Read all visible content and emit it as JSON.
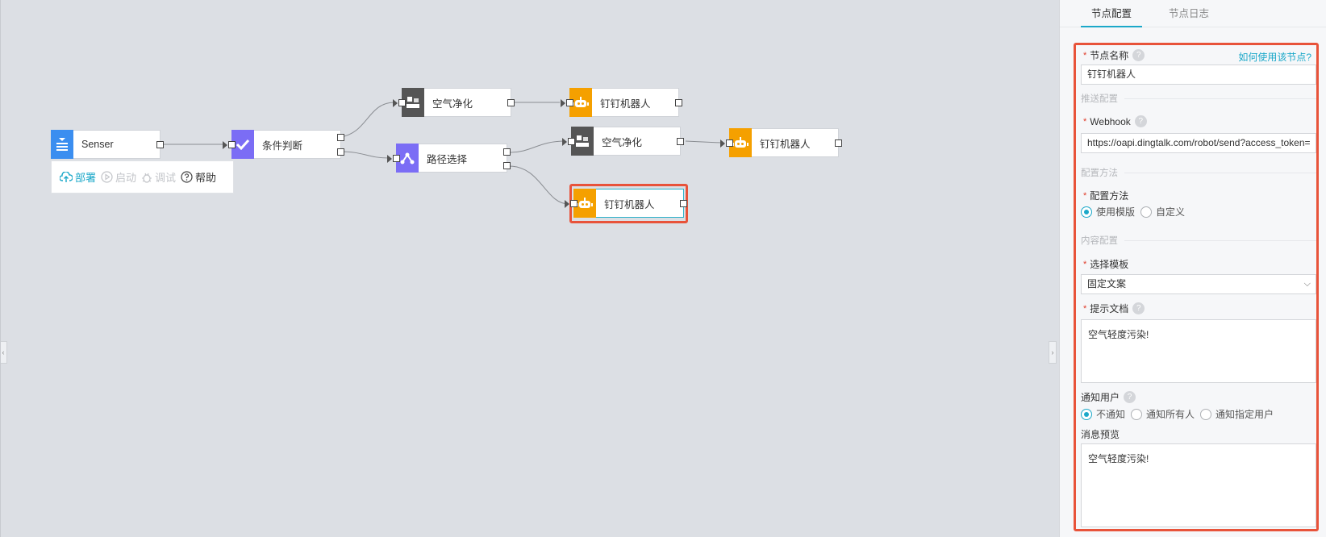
{
  "canvas": {
    "nodes": [
      {
        "id": "senser",
        "label": "Senser",
        "icon": "list-download-icon",
        "color": "#3b8ef0"
      },
      {
        "id": "condition",
        "label": "条件判断",
        "icon": "check-icon",
        "color": "#7b6df5"
      },
      {
        "id": "air1",
        "label": "空气净化",
        "icon": "blocks-icon",
        "color": "#555555"
      },
      {
        "id": "route",
        "label": "路径选择",
        "icon": "branch-icon",
        "color": "#7b6df5"
      },
      {
        "id": "bot1",
        "label": "钉钉机器人",
        "icon": "robot-icon",
        "color": "#f5a000"
      },
      {
        "id": "air2",
        "label": "空气净化",
        "icon": "blocks-icon",
        "color": "#555555"
      },
      {
        "id": "bot2",
        "label": "钉钉机器人",
        "icon": "robot-icon",
        "color": "#f5a000"
      },
      {
        "id": "bot3",
        "label": "钉钉机器人",
        "icon": "robot-icon",
        "color": "#f5a000",
        "selected": true
      }
    ],
    "toolbar": {
      "deploy": "部署",
      "start": "启动",
      "debug": "调试",
      "help": "帮助"
    }
  },
  "panel": {
    "tabs": [
      {
        "label": "节点配置",
        "active": true
      },
      {
        "label": "节点日志",
        "active": false
      }
    ],
    "help_link": "如何使用该节点?",
    "node_name": {
      "label": "节点名称",
      "value": "钉钉机器人"
    },
    "section_push": "推送配置",
    "webhook": {
      "label": "Webhook",
      "value": "https://oapi.dingtalk.com/robot/send?access_token="
    },
    "section_method": "配置方法",
    "method": {
      "label": "配置方法",
      "options": [
        "使用模版",
        "自定义"
      ],
      "selected": "使用模版"
    },
    "section_content": "内容配置",
    "template": {
      "label": "选择模板",
      "value": "固定文案"
    },
    "prompt": {
      "label": "提示文档",
      "value": "空气轻度污染!"
    },
    "notify": {
      "label": "通知用户",
      "options": [
        "不通知",
        "通知所有人",
        "通知指定用户"
      ],
      "selected": "不通知"
    },
    "preview": {
      "label": "消息预览",
      "value": "空气轻度污染!"
    }
  },
  "colors": {
    "accent": "#1ba8c9",
    "highlight": "#e8533a"
  }
}
